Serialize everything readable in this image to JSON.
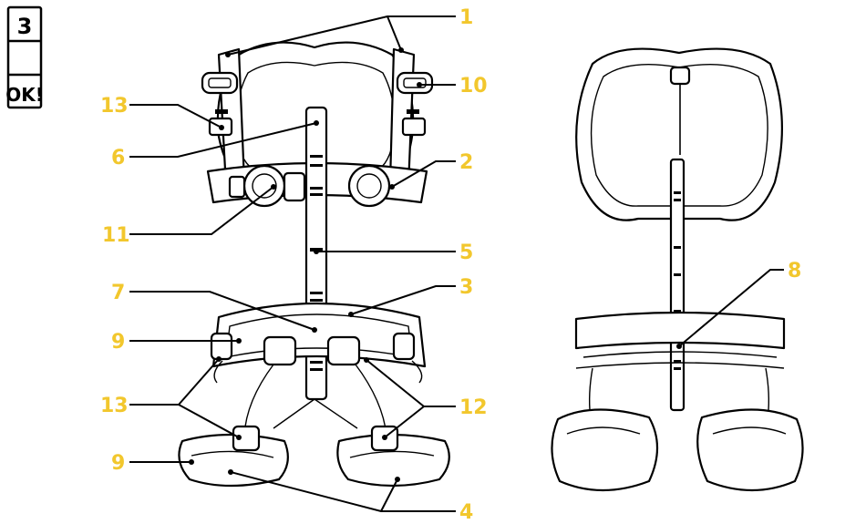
{
  "badge": {
    "number": "3",
    "ok": "OK!"
  },
  "callouts": {
    "c1": "1",
    "c2": "2",
    "c3": "3",
    "c4": "4",
    "c5": "5",
    "c6": "6",
    "c7": "7",
    "c8": "8",
    "c9_upper": "9",
    "c9_lower": "9",
    "c10": "10",
    "c11": "11",
    "c12": "12",
    "c13_upper": "13",
    "c13_lower": "13"
  },
  "colors": {
    "callout": "#f2c72d",
    "line": "#000000"
  }
}
